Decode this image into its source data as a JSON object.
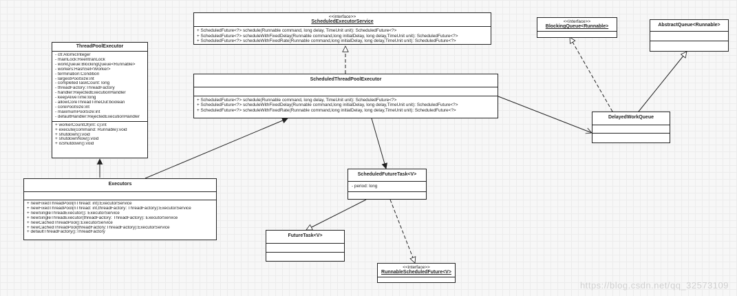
{
  "classes": {
    "scheduled_executor_service": {
      "stereotype": "<<interface>>",
      "name": "ScheduledExecutorService",
      "methods": [
        "+ ScheduledFuture<?> schedule(Runnable command, long delay, TimeUnit unit): ScheduledFuture<?>",
        "+ ScheduledFuture<?> scheduleWithFixedDelay(Runnable command,long initialDelay, long delay,TimeUnit unit): ScheduledFuture<?>",
        "+ ScheduledFuture<?> scheduleWithFixedRate(Runnable command,long initialDelay, long delay,TimeUnit unit): ScheduledFuture<?>"
      ]
    },
    "blocking_queue": {
      "stereotype": "<<interface>>",
      "name": "BlockingQueue<Runnable>"
    },
    "abstract_queue": {
      "name": "AbstractQueue<Runnable>"
    },
    "thread_pool_executor": {
      "name": "ThreadPoolExecutor",
      "fields": [
        "- ctl:AtomicInteger",
        "- mainLock:ReentranLock",
        "- workQueue:BlockingQueue<Runnable>",
        "- workers:HashSet<Worker>",
        "- termination:Condition",
        "- largestPoolSize:int",
        "- completedTaskCount: long",
        "- threadFactory:ThreadFactory",
        "- handler:RejectedExecutionHandler",
        "- keepAliveTime:long",
        "- allowCoreThreadTimeOut:boolean",
        "- corePoolSize:int",
        "- maximumPoolSize:int",
        "- defaultHandler:RejectedExecutionHandler"
      ],
      "methods": [
        "+ workerCountOf(int: c):int",
        "+ execute(command: Runnable):void",
        "+ shutdown():void",
        "+ shutdownNow():void",
        "+ isShutdown():void"
      ]
    },
    "scheduled_thread_pool_executor": {
      "name": "ScheduledThreadPoolExecutor",
      "methods": [
        "+ ScheduledFuture<?> schedule(Runnable command, long delay, TimeUnit unit): ScheduledFuture<?>",
        "+ ScheduledFuture<?> scheduleWithFixedDelay(Runnable command,long initialDelay, long delay,TimeUnit unit): ScheduledFuture<?>",
        "+ ScheduledFuture<?> scheduleWithFixedRate(Runnable command,long initialDelay, long delay,TimeUnit unit): ScheduledFuture<?>"
      ]
    },
    "delayed_work_queue": {
      "name": "DelayedWorkQueue"
    },
    "executors": {
      "name": "Executors",
      "methods": [
        "+ newFixedThreadPool(nThread: int):ExecutorService",
        "+ newFixedThreadPool(nThread: int,threadFactory: ThreadFactory):ExecutorService",
        "+ newSingleThreadExecutor(): ExecutorService",
        "+ newSingleThreadExecutor(threadFactory: ThreadFactory): ExecutorService",
        "+ newCachedThreadPool():ExecutorService",
        "+ newCachedThreadPool(threadFactory:ThreadFactory):ExecutorService",
        "+ defaultThreadFactory():ThreadFactory"
      ]
    },
    "scheduled_future_task": {
      "name": "ScheduledFutureTask<V>",
      "fields": [
        "- period: long"
      ]
    },
    "future_task": {
      "name": "FutureTask<V>"
    },
    "runnable_scheduled_future": {
      "stereotype": "<<interface>>",
      "name": "RunnableScheduledFuture<V>"
    }
  },
  "watermark": "https://blog.csdn.net/qq_32573109"
}
